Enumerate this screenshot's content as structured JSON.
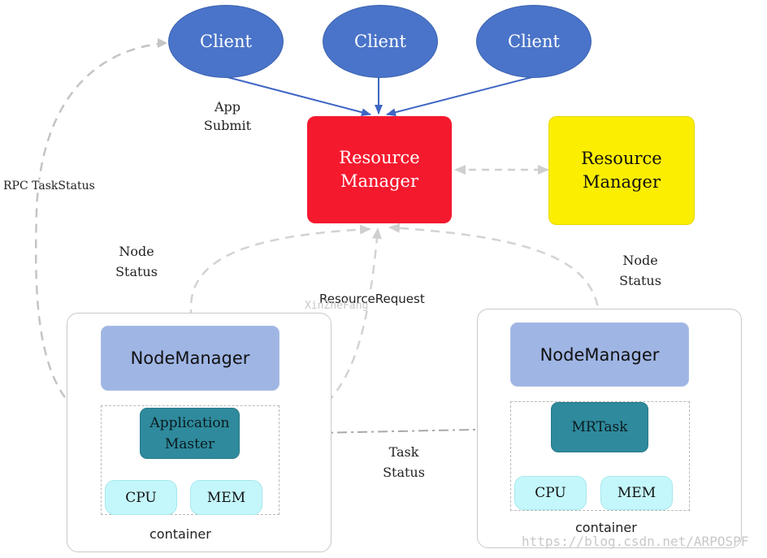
{
  "clients": [
    {
      "label": "Client"
    },
    {
      "label": "Client"
    },
    {
      "label": "Client"
    }
  ],
  "resource_manager_active": {
    "label": "Resource\nManager",
    "color": "#f5192e"
  },
  "resource_manager_standby": {
    "label": "Resource\nManager",
    "color": "#fcee00"
  },
  "labels": {
    "app_submit": "App\nSubmit",
    "rpc_task_status": "RPC TaskStatus",
    "node_status_left": "Node\nStatus",
    "node_status_right": "Node\nStatus",
    "resource_request": "ResourceRequest",
    "task_status": "Task\nStatus"
  },
  "left_node": {
    "node_manager": "NodeManager",
    "app_master": "Application\nMaster",
    "cpu": "CPU",
    "mem": "MEM",
    "container_label": "container"
  },
  "right_node": {
    "node_manager": "NodeManager",
    "mr_task": "MRTask",
    "cpu": "CPU",
    "mem": "MEM",
    "container_label": "container"
  },
  "watermarks": {
    "center": "XinZheFang",
    "bottom_right": "https://blog.csdn.net/ARPOSPF"
  }
}
